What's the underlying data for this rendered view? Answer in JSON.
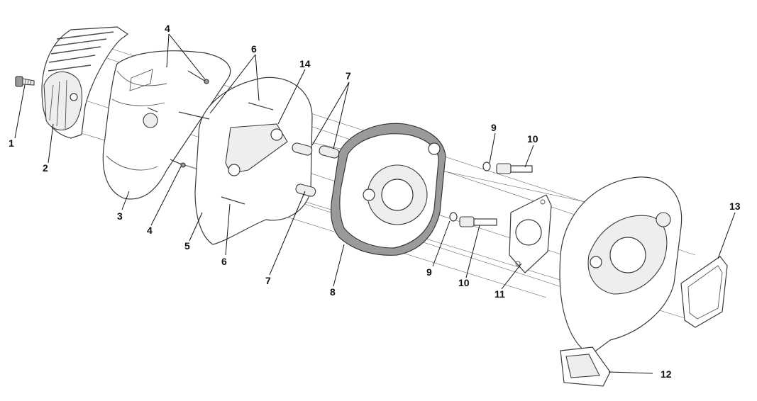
{
  "diagram": {
    "callouts": [
      {
        "id": "c1",
        "label": "1"
      },
      {
        "id": "c2",
        "label": "2"
      },
      {
        "id": "c3",
        "label": "3"
      },
      {
        "id": "c4a",
        "label": "4"
      },
      {
        "id": "c4b",
        "label": "4"
      },
      {
        "id": "c5",
        "label": "5"
      },
      {
        "id": "c6a",
        "label": "6"
      },
      {
        "id": "c6b",
        "label": "6"
      },
      {
        "id": "c7a",
        "label": "7"
      },
      {
        "id": "c7b",
        "label": "7"
      },
      {
        "id": "c8",
        "label": "8"
      },
      {
        "id": "c9a",
        "label": "9"
      },
      {
        "id": "c9b",
        "label": "9"
      },
      {
        "id": "c10a",
        "label": "10"
      },
      {
        "id": "c10b",
        "label": "10"
      },
      {
        "id": "c11",
        "label": "11"
      },
      {
        "id": "c12",
        "label": "12"
      },
      {
        "id": "c13",
        "label": "13"
      },
      {
        "id": "c14",
        "label": "14"
      }
    ],
    "colors": {
      "line": "#3a3a3a",
      "fill": "#ffffff",
      "shade": "#eeeeee"
    }
  }
}
